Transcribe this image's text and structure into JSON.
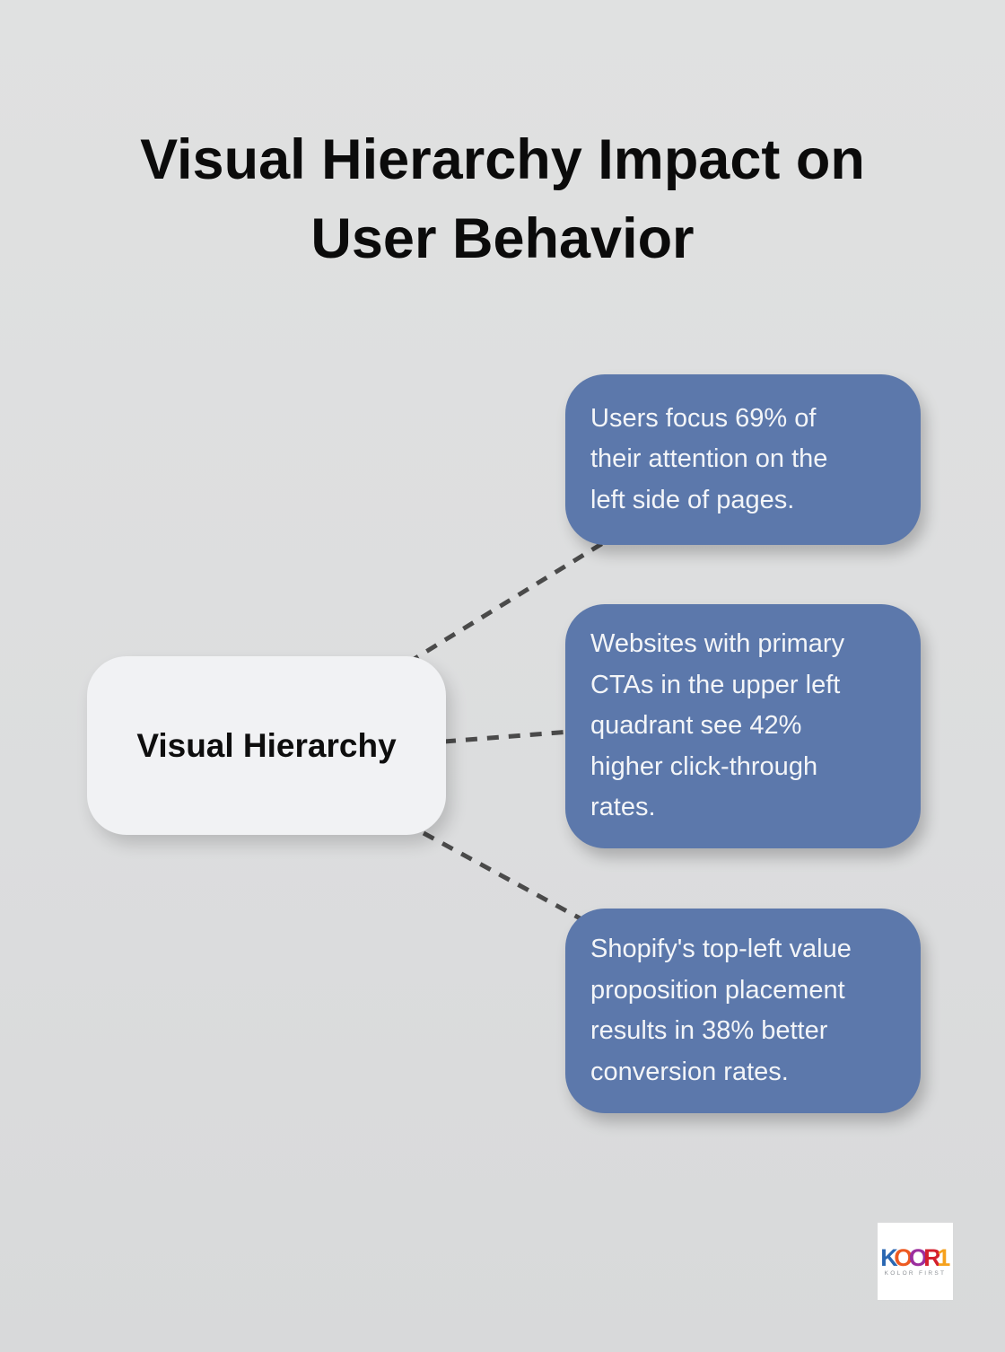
{
  "page": {
    "title": "Visual Hierarchy Impact on\nUser Behavior",
    "background_color": "#dcddde"
  },
  "diagram": {
    "center_node": {
      "label": "Visual Hierarchy",
      "bg_color": "#f1f2f4",
      "text_color": "#0e0e0e"
    },
    "connector_color": "#4a4a4a",
    "box_color": "#5c78ab",
    "box_text_color": "#f3f5f8",
    "fact_boxes": [
      {
        "text": "Users focus 69% of\ntheir attention on the\nleft side of pages."
      },
      {
        "text": "Websites with primary\nCTAs in the upper left\nquadrant see 42%\nhigher click-through\nrates."
      },
      {
        "text": "Shopify's top-left value\nproposition placement\nresults in 38% better\nconversion rates."
      }
    ]
  },
  "logo": {
    "letters": [
      {
        "char": "K",
        "color": "#2a67b2"
      },
      {
        "char": "O",
        "color": "#ed5a21"
      },
      {
        "char": "O",
        "color": "#9c2f9e"
      },
      {
        "char": "R",
        "color": "#d4202d"
      },
      {
        "char": "1",
        "color": "#f6a11c"
      }
    ],
    "tagline": "KOLOR FIRST"
  }
}
